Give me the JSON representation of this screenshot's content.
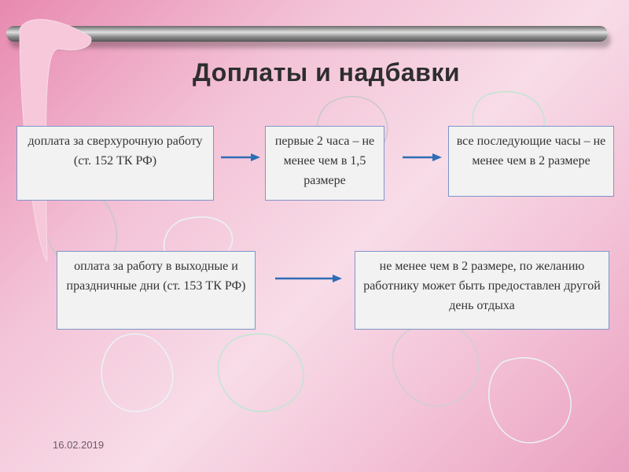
{
  "title": "Доплаты и надбавки",
  "row1": {
    "box1": "доплата за сверхурочную работу (ст. 152 ТК РФ)",
    "box2": "первые 2 часа – не менее чем в 1,5 размере",
    "box3": "все последующие часы – не менее чем в 2 размере"
  },
  "row2": {
    "box1": "оплата за работу в выходные и праздничные дни (ст. 153 ТК РФ)",
    "box2": "не менее чем в 2 размере, по желанию работнику может быть предоставлен другой день отдыха"
  },
  "footer": {
    "date": "16.02.2019"
  },
  "colors": {
    "arrow": "#2f6db5",
    "box_border": "#7e96c8"
  }
}
